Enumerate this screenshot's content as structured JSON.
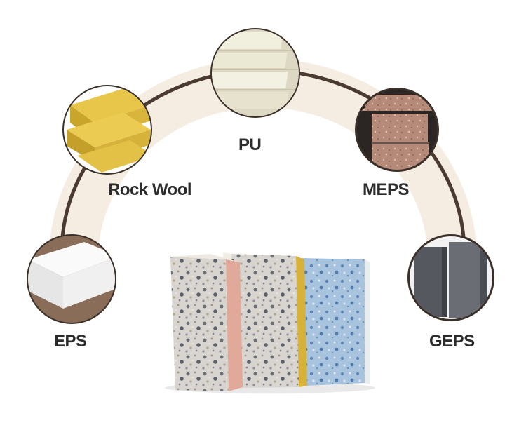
{
  "materials": {
    "pu": "PU",
    "rock_wool": "Rock Wool",
    "meps": "MEPS",
    "eps": "EPS",
    "geps": "GEPS"
  },
  "colors": {
    "arc": "#4a3a30",
    "arc_glow": "#f2e9dc",
    "label": "#2c2c2c",
    "rock_wool": "#e0bc2f",
    "pu": "#efecd9",
    "meps": "#b58a78",
    "eps": "#f4f4f4",
    "geps": "#5e6268"
  }
}
